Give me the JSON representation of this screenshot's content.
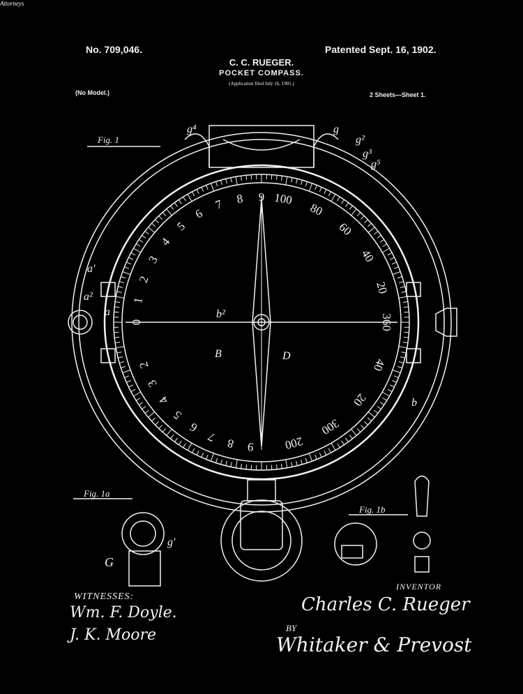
{
  "header": {
    "patent_number": "No. 709,046.",
    "patent_date": "Patented Sept. 16, 1902.",
    "inventor_name": "C. C. RUEGER.",
    "title": "POCKET COMPASS.",
    "filed": "(Application filed July 16, 1901.)",
    "model": "(No Model.)",
    "sheets": "2 Sheets—Sheet 1."
  },
  "figures": {
    "fig1": "Fig. 1",
    "fig1a": "Fig. 1a",
    "fig1b": "Fig. 1b"
  },
  "dial": {
    "left_numbers": [
      "0",
      "1",
      "2",
      "3",
      "4",
      "5",
      "6",
      "7",
      "8",
      "9",
      "2",
      "3",
      "4",
      "5",
      "6",
      "7",
      "8",
      "9"
    ],
    "right_numbers": [
      "100",
      "80",
      "60",
      "40",
      "20",
      "360",
      "40",
      "20",
      "300",
      "200"
    ],
    "letters": {
      "b2": "b²",
      "B": "B",
      "D": "D",
      "b": "b"
    }
  },
  "ref_letters": [
    "g",
    "g²",
    "g³",
    "g⁴",
    "g⁵",
    "a",
    "a'",
    "a²",
    "G",
    "g'"
  ],
  "footer": {
    "witnesses_label": "WITNESSES:",
    "witness1": "Wm. F. Doyle.",
    "witness2": "J. K. Moore",
    "inventor_label": "INVENTOR",
    "inventor_signature": "Charles C. Rueger",
    "by_label": "BY",
    "attorney_signature": "Whitaker & Prevost",
    "attorneys_label": "Attorneys"
  },
  "colors": {
    "background": "#000000",
    "ink": "#f2f2f2"
  }
}
